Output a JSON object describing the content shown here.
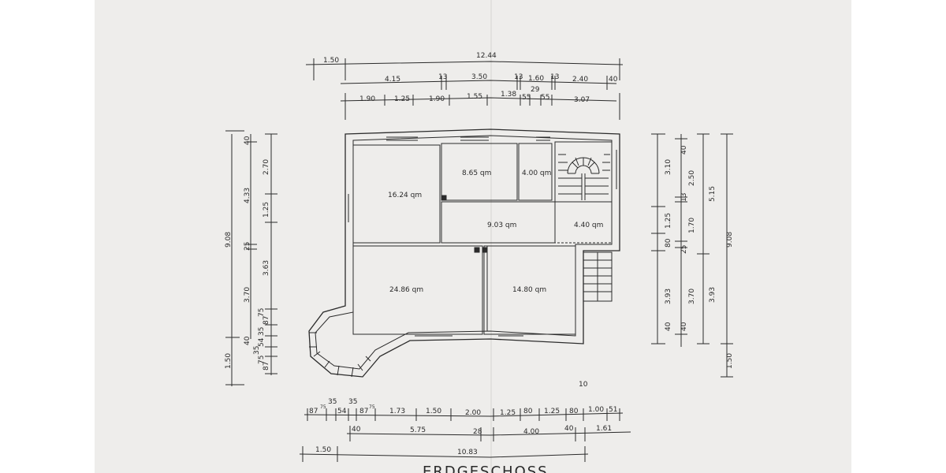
{
  "dims_top_row1": [
    "1.50",
    "12.44"
  ],
  "dims_top_row2": [
    "4.15",
    "13",
    "3.50",
    "13",
    "1.60",
    "13",
    "2.40",
    "40",
    "29"
  ],
  "dims_top_row3": [
    "1.90",
    "1.25",
    "1.90",
    "1.55",
    "1.38",
    "55",
    "55",
    "3.07"
  ],
  "dims_left_col1": [
    "40",
    "2.70",
    "4.33",
    "1.25",
    "25",
    "3.70",
    "3.63",
    "75",
    "87",
    "35",
    "54",
    "35",
    "40",
    "1.50",
    "87",
    "75"
  ],
  "dims_left_col2": [
    "9.08"
  ],
  "dims_right_col1": [
    "3.10",
    "1.25",
    "80",
    "3.93",
    "40"
  ],
  "dims_right_col2": [
    "40",
    "2.50",
    "13",
    "1.70",
    "25",
    "3.70",
    "40"
  ],
  "dims_right_col3": [
    "5.15",
    "9.08",
    "3.93",
    "1.50"
  ],
  "dims_bottom_row1": [
    "87",
    "75",
    "35",
    "54",
    "35",
    "87",
    "75",
    "1.73",
    "1.50",
    "2.00",
    "1.25",
    "80",
    "1.25",
    "80",
    "1.00",
    "51"
  ],
  "dims_bottom_row2": [
    "40",
    "5.75",
    "28",
    "4.00",
    "40",
    "1.61"
  ],
  "dims_bottom_row3": [
    "1.50",
    "10.83"
  ],
  "rooms": {
    "r1": "16.24 qm",
    "r2": "8.65 qm",
    "r3": "4.00 qm",
    "r4": "9.03 qm",
    "r5": "4.40 qm",
    "r6": "24.86 qm",
    "r7": "14.80 qm"
  },
  "label_10": "10",
  "caption": "ERDGESCHOSS"
}
